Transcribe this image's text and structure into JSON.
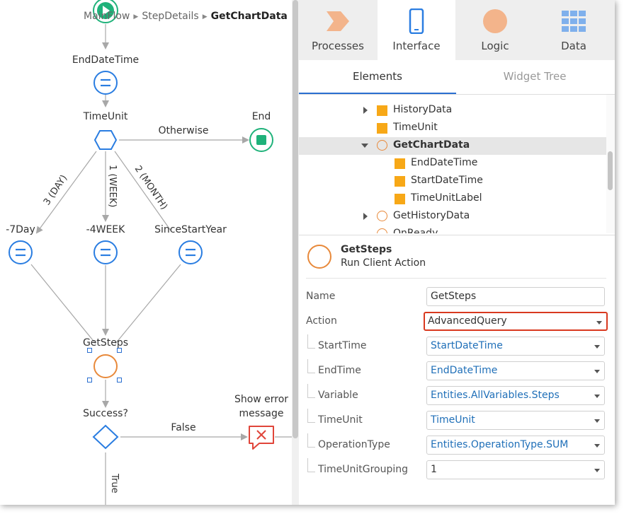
{
  "breadcrumb": [
    "MainFlow",
    "StepDetails",
    "GetChartData"
  ],
  "flow": {
    "nodes": {
      "end_datetime": "EndDateTime",
      "time_unit": "TimeUnit",
      "end": "End",
      "day": "-7Day",
      "week": "-4WEEK",
      "since_start": "SinceStartYear",
      "get_steps": "GetSteps",
      "success": "Success?",
      "show_error": [
        "Show error",
        "message"
      ]
    },
    "connectors": {
      "otherwise": "Otherwise",
      "day": "3 (DAY)",
      "week": "1 (WEEK)",
      "month": "2 (MONTH)",
      "false": "False",
      "true": "True"
    }
  },
  "tabs": [
    {
      "label": "Processes",
      "icon": "processes-icon"
    },
    {
      "label": "Interface",
      "icon": "interface-icon"
    },
    {
      "label": "Logic",
      "icon": "logic-icon"
    },
    {
      "label": "Data",
      "icon": "data-icon"
    }
  ],
  "active_tab": "Interface",
  "subtabs": [
    "Elements",
    "Widget Tree"
  ],
  "tree": [
    {
      "label": "HistoryData",
      "icon": "square",
      "caret": "right"
    },
    {
      "label": "TimeUnit",
      "icon": "square",
      "caret": ""
    },
    {
      "label": "GetChartData",
      "icon": "circle",
      "caret": "down"
    },
    {
      "label": "EndDateTime",
      "icon": "square",
      "caret": ""
    },
    {
      "label": "StartDateTime",
      "icon": "square",
      "caret": ""
    },
    {
      "label": "TimeUnitLabel",
      "icon": "square",
      "caret": ""
    },
    {
      "label": "GetHistoryData",
      "icon": "circle",
      "caret": "right"
    },
    {
      "label": "OnReady",
      "icon": "circle",
      "caret": ""
    }
  ],
  "properties": {
    "name": "GetSteps",
    "type": "Run Client Action",
    "rows": [
      {
        "label": "Name",
        "value": "GetSteps",
        "dropdown": false
      },
      {
        "label": "Action",
        "value": "AdvancedQuery",
        "dropdown": true
      },
      {
        "label": "StartTime",
        "value": "StartDateTime",
        "dropdown": true
      },
      {
        "label": "EndTime",
        "value": "EndDateTime",
        "dropdown": true
      },
      {
        "label": "Variable",
        "value": "Entities.AllVariables.Steps",
        "dropdown": true
      },
      {
        "label": "TimeUnit",
        "value": "TimeUnit",
        "dropdown": true
      },
      {
        "label": "OperationType",
        "value": "Entities.OperationType.SUM",
        "dropdown": true
      },
      {
        "label": "TimeUnitGrouping",
        "value": "1",
        "dropdown": true
      }
    ]
  },
  "colors": {
    "accent_blue": "#2a7de1",
    "green": "#1fb27a",
    "orange": "#e8893a",
    "square_yellow": "#f7a817",
    "error_red": "#e0453a",
    "highlight": "#d9391f"
  }
}
